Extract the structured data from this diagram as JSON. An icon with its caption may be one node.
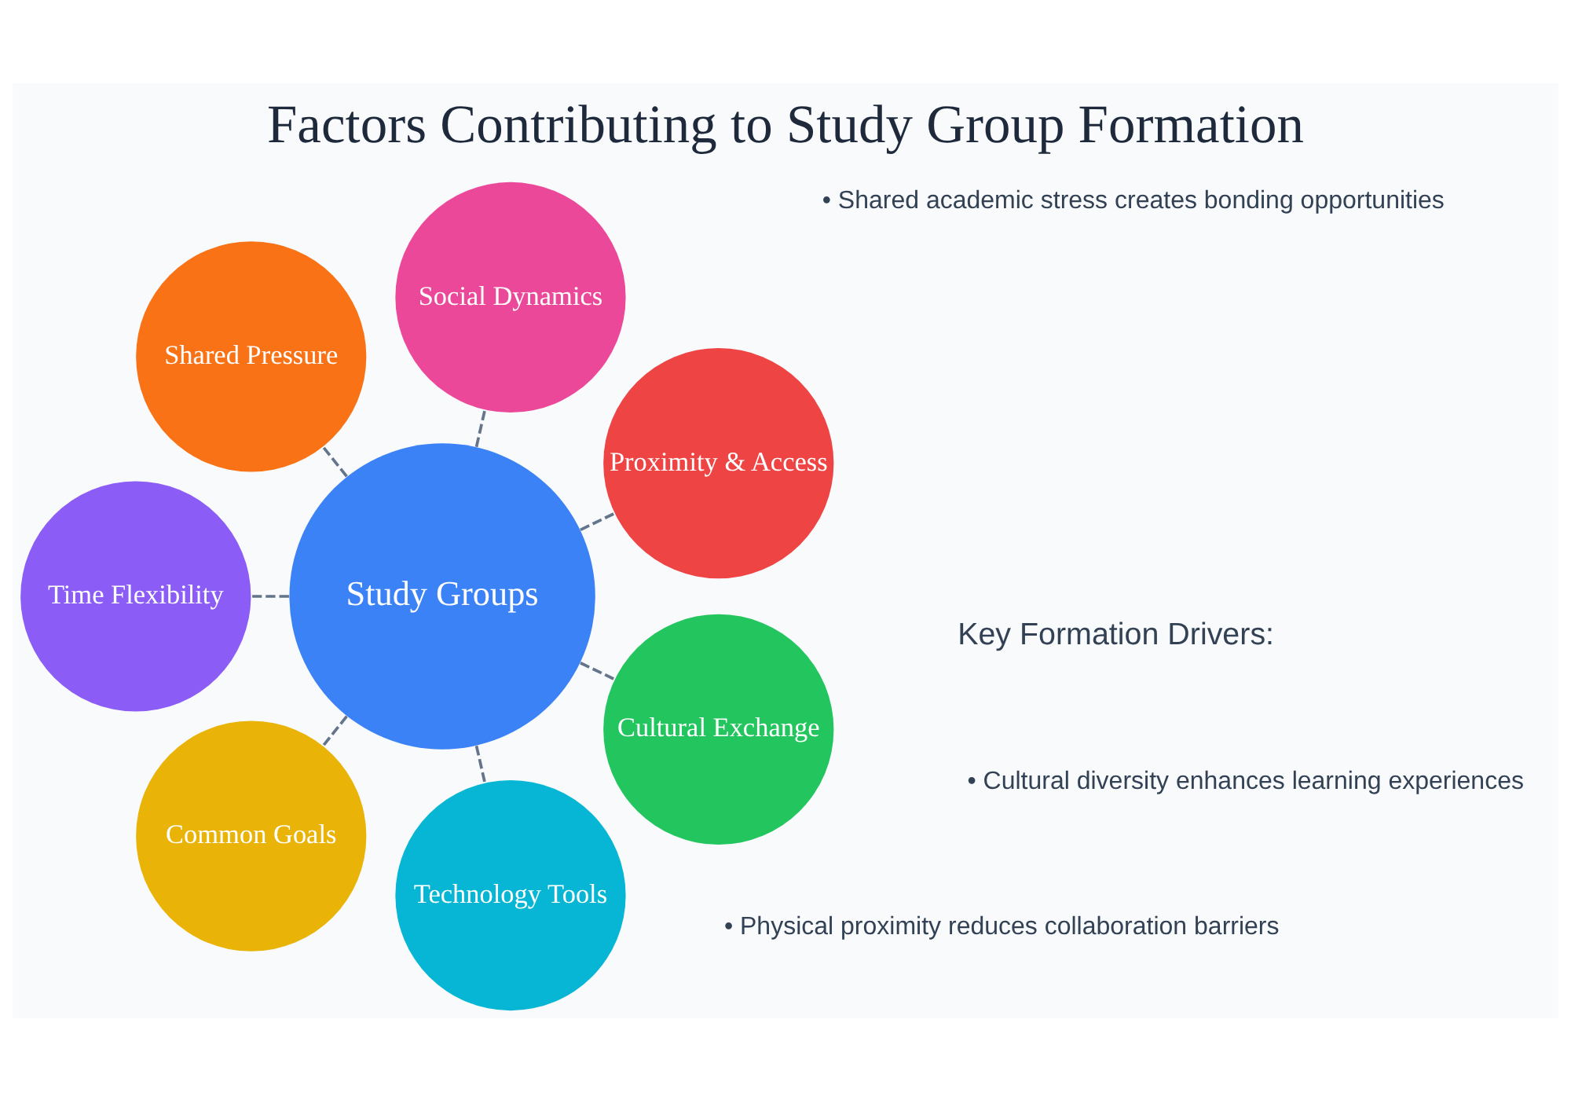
{
  "diagram": {
    "title": "Factors Contributing to Study Group Formation",
    "nodes": [
      {
        "text": [
          "Proximity & Access"
        ]
      },
      {
        "text": [
          "Social Dynamics"
        ]
      },
      {
        "text": [
          "Shared Pressure"
        ]
      },
      {
        "text": [
          "Study Groups"
        ]
      },
      {
        "text": [
          "Time Flexibility"
        ]
      },
      {
        "text": [
          "Common Goals"
        ]
      },
      {
        "text": [
          "Technology Tools"
        ]
      },
      {
        "text": [
          "Cultural Exchange"
        ]
      }
    ],
    "edges": [
      {
        "from": 3,
        "to": 0,
        "arrow": "none",
        "style": "dashed"
      },
      {
        "from": 3,
        "to": 2,
        "arrow": "none",
        "style": "dashed"
      },
      {
        "from": 3,
        "to": 5,
        "arrow": "none",
        "style": "dashed"
      },
      {
        "from": 3,
        "to": 7,
        "arrow": "none",
        "style": "dashed"
      },
      {
        "from": 3,
        "to": 6,
        "arrow": "none",
        "style": "dashed"
      },
      {
        "from": 3,
        "to": 4,
        "arrow": "none",
        "style": "dashed"
      },
      {
        "from": 3,
        "to": 1,
        "arrow": "none",
        "style": "dashed"
      }
    ],
    "labels": [
      "Key Formation Drivers:",
      "• Physical proximity reduces collaboration barriers",
      "• Shared academic stress creates bonding opportunities",
      "• Cultural diversity enhances learning experiences"
    ]
  }
}
